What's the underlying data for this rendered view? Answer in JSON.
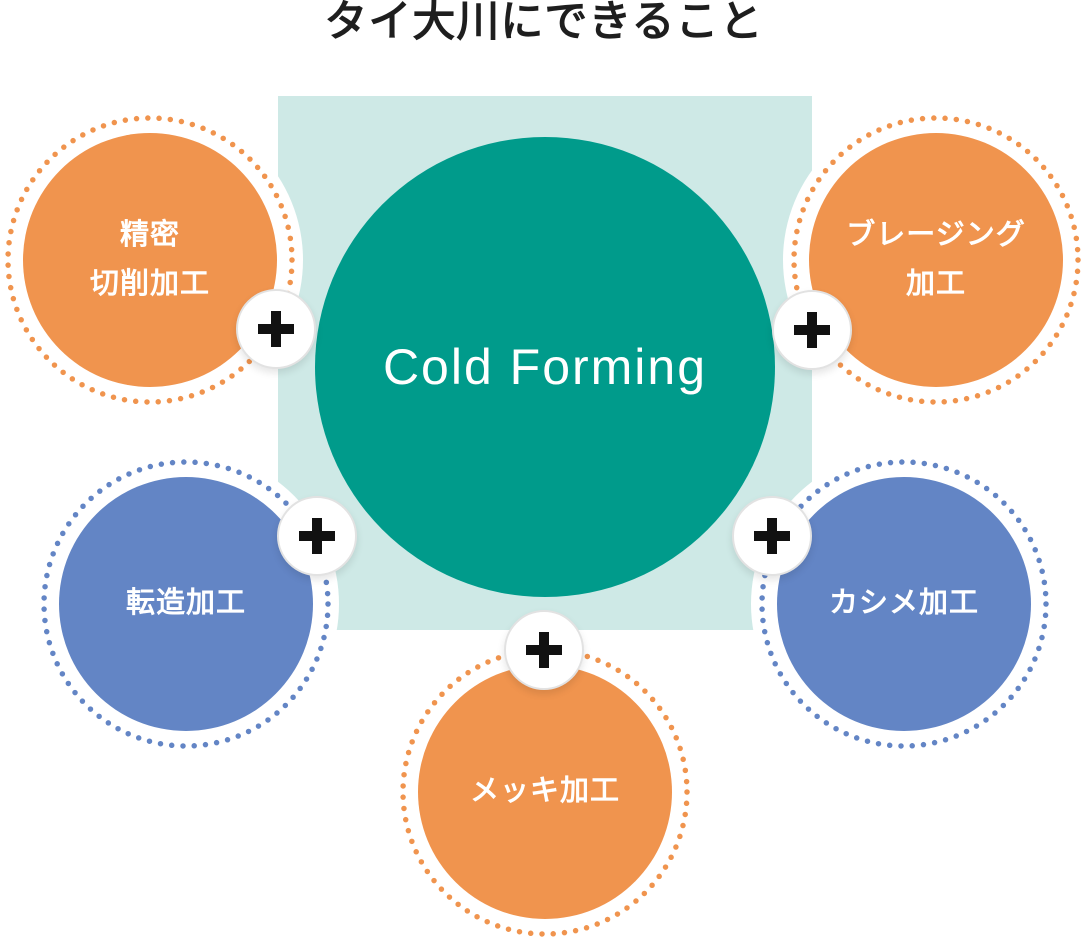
{
  "title": "タイ大川にできること",
  "colors": {
    "orange": "#F0944E",
    "blue": "#6385C5",
    "teal": "#009B8B",
    "light_teal": "#CEE9E6",
    "plus_black": "#111111",
    "text_dark": "#1E1E1E",
    "white": "#FFFFFF"
  },
  "square": {
    "color": "light_teal"
  },
  "center": {
    "label": "Cold Forming",
    "color": "teal"
  },
  "satellites": [
    {
      "label": "精密\n切削加工",
      "color": "orange",
      "position": "top-left"
    },
    {
      "label": "ブレージング\n加工",
      "color": "orange",
      "position": "top-right"
    },
    {
      "label": "転造加工",
      "color": "blue",
      "position": "bottom-left"
    },
    {
      "label": "カシメ加工",
      "color": "blue",
      "position": "bottom-right"
    },
    {
      "label": "メッキ加工",
      "color": "orange",
      "position": "bottom-center"
    }
  ],
  "connectors": [
    {
      "icon": "plus-icon",
      "symbol": "+",
      "position": "top-left"
    },
    {
      "icon": "plus-icon",
      "symbol": "+",
      "position": "top-right"
    },
    {
      "icon": "plus-icon",
      "symbol": "+",
      "position": "bottom-left"
    },
    {
      "icon": "plus-icon",
      "symbol": "+",
      "position": "bottom-right"
    },
    {
      "icon": "plus-icon",
      "symbol": "+",
      "position": "bottom-center"
    }
  ]
}
